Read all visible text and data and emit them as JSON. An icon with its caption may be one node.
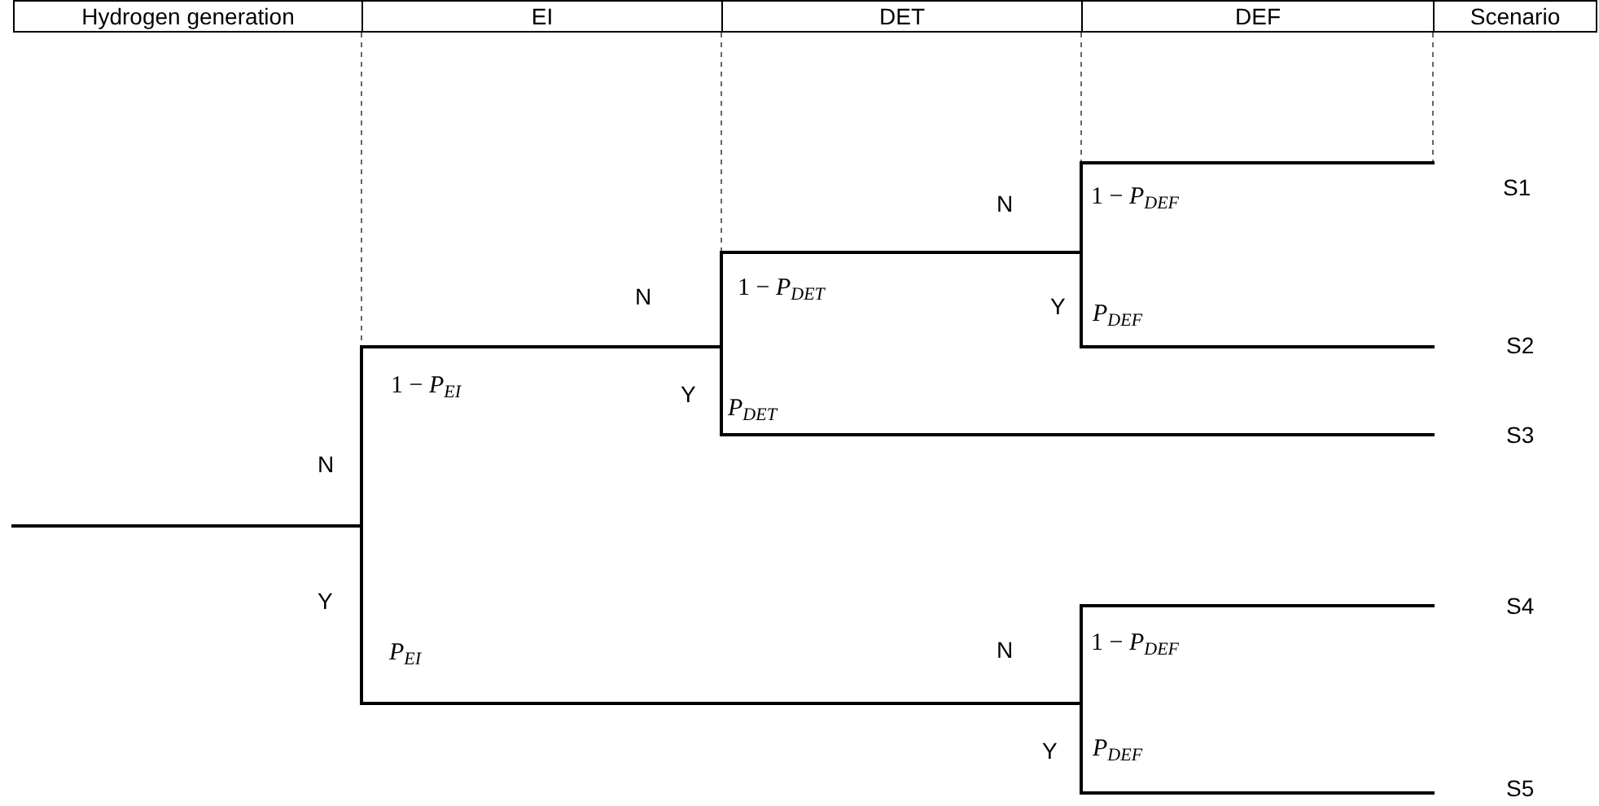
{
  "diagram": {
    "labels": [
      "Hydrogen generation",
      "EI",
      "DET",
      "DEF",
      "Scenario",
      "N",
      "1 − *P*$_{DEF}$",
      "S1",
      "N",
      "1 − *P*$_{DET}$",
      "Y",
      "*P*$_{DEF}$",
      "S2",
      "1 − *P*$_{EI}$",
      "Y",
      "*P*$_{DET}$",
      "S3",
      "N",
      "Y",
      "S4",
      "*P*$_{EI}$",
      "N",
      "1 − *P*$_{DEF}$",
      "Y",
      "*P*$_{DEF}$",
      "S5"
    ]
  }
}
